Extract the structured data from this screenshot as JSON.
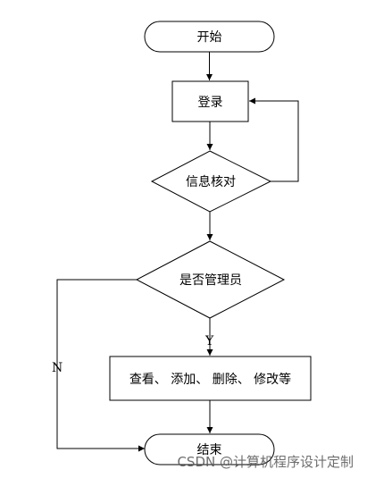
{
  "nodes": {
    "start": "开始",
    "login": "登录",
    "verify": "信息核对",
    "is_admin": "是否管理员",
    "actions": "查看、 添加、 删除、 修改等",
    "end": "结束"
  },
  "edges": {
    "yes_label": "Y",
    "no_label": "N"
  },
  "watermark": "CSDN @计算机程序设计定制"
}
